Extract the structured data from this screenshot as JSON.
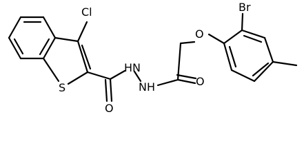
{
  "molecule": {
    "atoms": {
      "cl": "Cl",
      "br": "Br",
      "s": "S",
      "o_amide1": "O",
      "nh1": "HN",
      "nh2": "NH",
      "o_ether": "O",
      "o_amide2": "O"
    },
    "colors": {
      "bond": "#000000",
      "label": "#000000",
      "background": "#ffffff"
    }
  }
}
